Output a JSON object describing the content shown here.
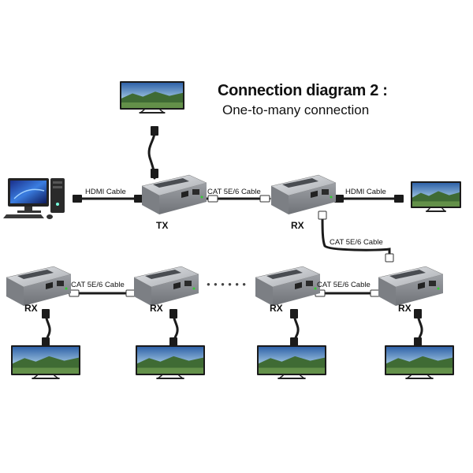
{
  "heading": {
    "title": "Connection diagram 2 :",
    "subtitle": "One-to-many connection"
  },
  "labels": {
    "tx": "TX",
    "rx": "RX",
    "hdmi_cable": "HDMI Cable",
    "cat_cable": "CAT 5E/6 Cable",
    "ellipsis": "● ● ● ● ● ●"
  },
  "colors": {
    "device_body": "#8e9196",
    "device_top": "#d3d5d8",
    "cable": "#1b1b1b",
    "screen_sky": "#3d74b7",
    "screen_land": "#3f6b34"
  },
  "icons": [
    "monitor-icon",
    "desktop-computer-icon",
    "extender-icon",
    "hdmi-plug-icon",
    "rj45-plug-icon"
  ]
}
